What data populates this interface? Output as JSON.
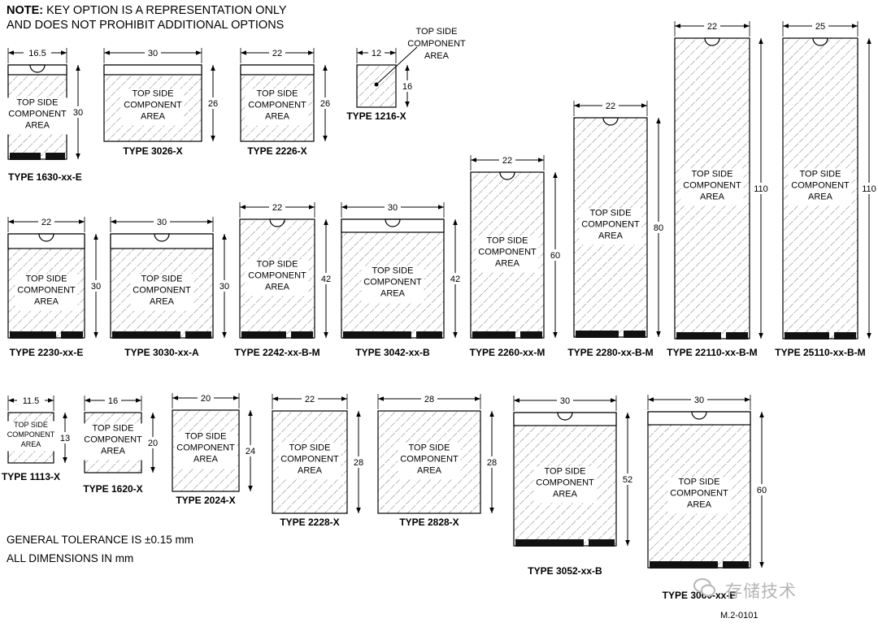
{
  "note": {
    "bold": "NOTE:",
    "line1": " KEY OPTION IS A REPRESENTATION ONLY",
    "line2": "AND DOES NOT PROHIBIT ADDITIONAL OPTIONS"
  },
  "area_label": [
    "TOP SIDE",
    "COMPONENT",
    "AREA"
  ],
  "tolerance": "GENERAL TOLERANCE IS ±0.15 mm",
  "units": "ALL DIMENSIONS IN mm",
  "figure_ref": "M.2-0101",
  "watermark": "存储技术",
  "modules": [
    {
      "name": "TYPE 1630-xx-E",
      "width": "16.5",
      "length": "30",
      "keyed": true,
      "edge": true
    },
    {
      "name": "TYPE 3026-X",
      "width": "30",
      "length": "26",
      "keyed": false,
      "edge": false
    },
    {
      "name": "TYPE 2226-X",
      "width": "22",
      "length": "26",
      "keyed": false,
      "edge": false
    },
    {
      "name": "TYPE 1216-X",
      "width": "12",
      "length": "16",
      "keyed": false,
      "edge": false,
      "callout": true
    },
    {
      "name": "TYPE 2280-xx-B-M",
      "width": "22",
      "length": "80",
      "keyed": true,
      "edge": true
    },
    {
      "name": "TYPE 22110-xx-B-M",
      "width": "22",
      "length": "110",
      "keyed": true,
      "edge": true
    },
    {
      "name": "TYPE 25110-xx-B-M",
      "width": "25",
      "length": "110",
      "keyed": true,
      "edge": true
    },
    {
      "name": "TYPE 2230-xx-E",
      "width": "22",
      "length": "30",
      "keyed": true,
      "edge": true
    },
    {
      "name": "TYPE 3030-xx-A",
      "width": "30",
      "length": "30",
      "keyed": true,
      "edge": true
    },
    {
      "name": "TYPE 2242-xx-B-M",
      "width": "22",
      "length": "42",
      "keyed": true,
      "edge": true
    },
    {
      "name": "TYPE 3042-xx-B",
      "width": "30",
      "length": "42",
      "keyed": true,
      "edge": true
    },
    {
      "name": "TYPE 2260-xx-M",
      "width": "22",
      "length": "60",
      "keyed": true,
      "edge": true
    },
    {
      "name": "TYPE 1113-X",
      "width": "11.5",
      "length": "13",
      "keyed": false,
      "edge": false
    },
    {
      "name": "TYPE 1620-X",
      "width": "16",
      "length": "20",
      "keyed": false,
      "edge": false
    },
    {
      "name": "TYPE 2024-X",
      "width": "20",
      "length": "24",
      "keyed": false,
      "edge": false
    },
    {
      "name": "TYPE 2228-X",
      "width": "22",
      "length": "28",
      "keyed": false,
      "edge": false
    },
    {
      "name": "TYPE 2828-X",
      "width": "28",
      "length": "28",
      "keyed": false,
      "edge": false
    },
    {
      "name": "TYPE 3052-xx-B",
      "width": "30",
      "length": "52",
      "keyed": true,
      "edge": true
    },
    {
      "name": "TYPE 3060-xx-E",
      "width": "30",
      "length": "60",
      "keyed": true,
      "edge": true
    }
  ]
}
